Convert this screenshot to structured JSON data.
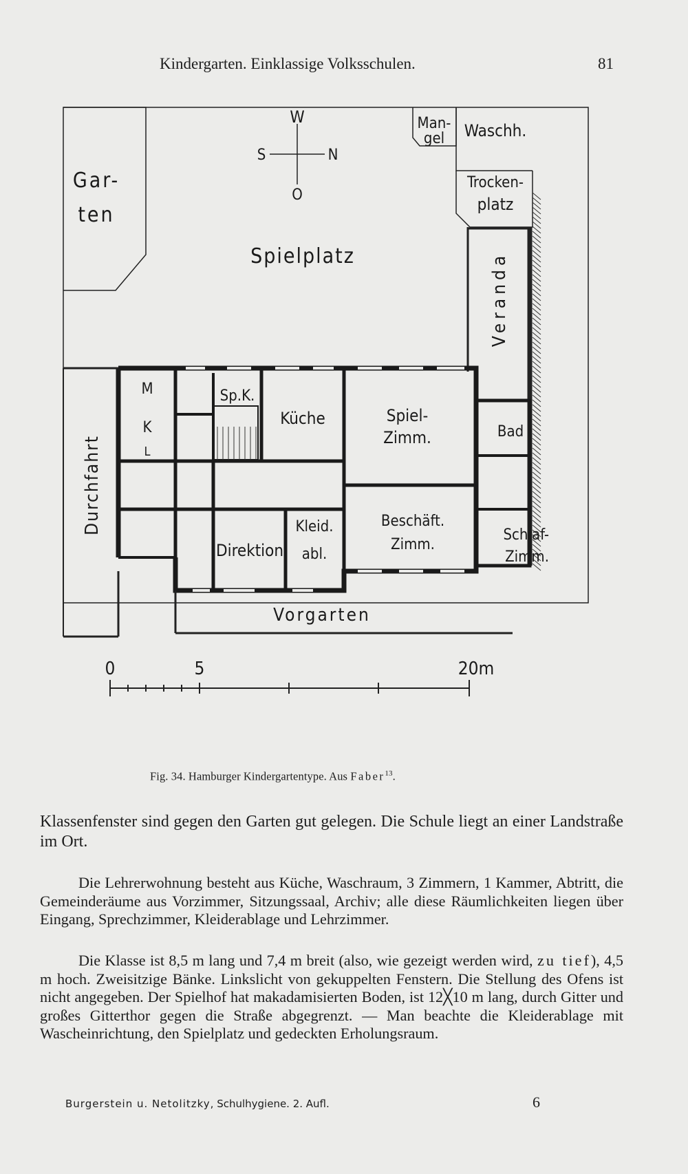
{
  "header": {
    "title": "Kindergarten. Einklassige Volksschulen.",
    "page_number": "81"
  },
  "plan": {
    "compass": {
      "w": "W",
      "s": "S",
      "n": "N",
      "o": "O"
    },
    "rooms": {
      "garten_1": "Gar-",
      "garten_2": "ten",
      "mangel_1": "Man-",
      "mangel_2": "gel",
      "waschh": "Waschh.",
      "trocken_1": "Trocken-",
      "trocken_2": "platz",
      "spielplatz": "Spielplatz",
      "veranda": "Veranda",
      "durchfahrt": "Durchfahrt",
      "m": "M",
      "k": "K",
      "l": "L",
      "spk": "Sp.K.",
      "kueche": "Küche",
      "spiel_1": "Spiel-",
      "spiel_2": "Zimm.",
      "bad": "Bad",
      "schlaf_1": "Schlaf-",
      "schlaf_2": "Zimm.",
      "direktion": "Direktion",
      "kleid_1": "Kleid.",
      "kleid_2": "abl.",
      "beschaeft_1": "Beschäft.",
      "beschaeft_2": "Zimm.",
      "vorgarten": "Vorgarten"
    },
    "scale": {
      "zero": "0",
      "five": "5",
      "twenty": "20m"
    }
  },
  "caption": {
    "fig": "Fig. 34.",
    "text": "Hamburger Kindergartentype. Aus",
    "author": "Faber",
    "ref": "13",
    "end": "."
  },
  "paragraphs": {
    "p1": "Klassenfenster sind gegen den Garten gut gelegen. Die Schule liegt an einer Landstraße im Ort.",
    "p2": "Die Lehrerwohnung besteht aus Küche, Waschraum, 3 Zimmern, 1 Kammer, Abtritt, die Gemeinderäume aus Vorzimmer, Sitzungssaal, Archiv; alle diese Räumlichkeiten liegen über Eingang, Sprechzimmer, Kleiderablage und Lehrzimmer.",
    "p3_a": "Die Klasse ist 8,5 m lang und 7,4 m breit (also, wie gezeigt werden wird,",
    "p3_spaced": "zu tief",
    "p3_b": "), 4,5 m hoch. Zweisitzige Bänke. Linkslicht von gekuppelten Fenstern. Die Stellung des Ofens ist nicht angegeben. Der Spielhof hat makadamisierten Boden, ist 12╳10 m lang, durch Gitter und großes Gitterthor gegen die Straße abgegrenzt. — Man beachte die Kleiderablage mit Wascheinrichtung, den Spielplatz und gedeckten Erholungsraum."
  },
  "footer": {
    "authors": "Burgerstein u. Netolitzky,",
    "book": "Schulhygiene. 2. Aufl.",
    "sheet": "6"
  }
}
